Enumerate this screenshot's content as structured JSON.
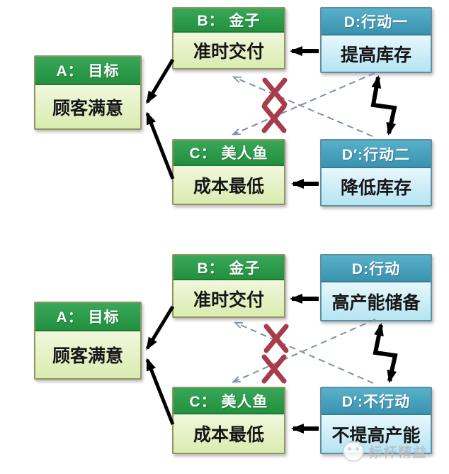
{
  "diagram1": {
    "a": {
      "header": "A： 目标",
      "body": "顾客满意"
    },
    "b": {
      "header": "B： 金子",
      "body": "准时交付"
    },
    "c": {
      "header": "C： 美人鱼",
      "body": "成本最低"
    },
    "d": {
      "header": "D:行动一",
      "body": "提高库存"
    },
    "dp": {
      "header": "D′:行动二",
      "body": "降低库存"
    }
  },
  "diagram2": {
    "a": {
      "header": "A： 目标",
      "body": "顾客满意"
    },
    "b": {
      "header": "B： 金子",
      "body": "准时交付"
    },
    "c": {
      "header": "C： 美人鱼",
      "body": "成本最低"
    },
    "d": {
      "header": "D:行动",
      "body": "高产能储备"
    },
    "dp": {
      "header": "D′:不行动",
      "body": "不提高产能"
    }
  },
  "watermark": {
    "text": "标杆精益"
  },
  "colors": {
    "green_header": "#22903f",
    "green_header_light": "#38a757",
    "green_header_edge": "#1d7a35",
    "green_border": "#8f9663",
    "green_body": "#d9ecb0",
    "green_body_light": "#f2f7dd",
    "blue_header": "#3a93b0",
    "blue_header_light": "#58b0c9",
    "blue_header_edge": "#2f7f99",
    "blue_border": "#5b8fa3",
    "blue_body": "#b5e4f2",
    "blue_body_light": "#e8f7fc",
    "x_mark": "#a93c4a",
    "dashed_line": "#7b8fae",
    "arrow": "#000000"
  }
}
